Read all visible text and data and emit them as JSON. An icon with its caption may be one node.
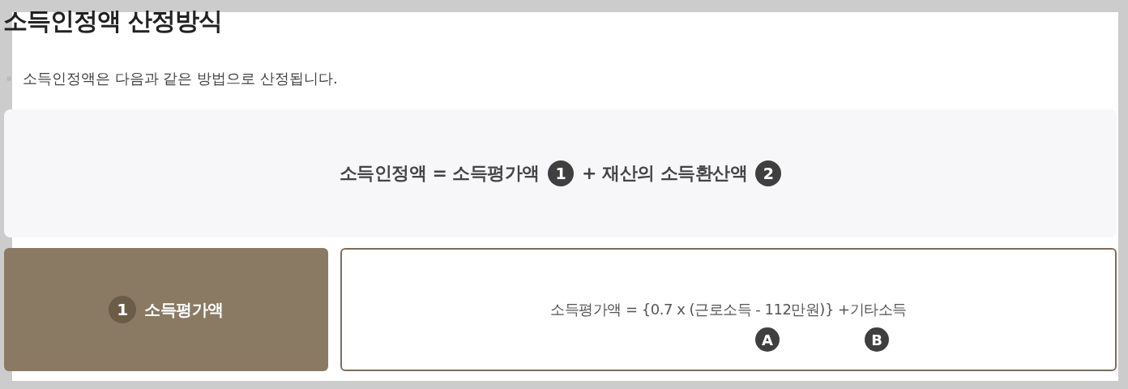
{
  "diagram": {
    "title": "소득인정액 산정방식",
    "nodes": [
      {
        "text": [
          "소득인정액 = 소득평가액",
          "1",
          "+ 재산의 소득환산액",
          "2"
        ]
      },
      {
        "text": [
          "1",
          "소득평가액"
        ]
      },
      {
        "text": [
          "소득평가액 = {0.7 x (근로소득 - 112만원)} +기타소득",
          "A",
          "B"
        ]
      }
    ],
    "labels": [
      "소득인정액은 다음과 같은 방법으로 산정됩니다."
    ]
  }
}
